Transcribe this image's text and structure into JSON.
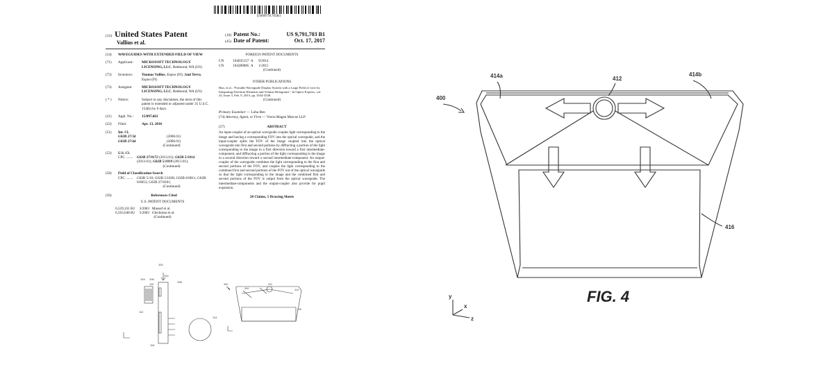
{
  "barcode_text": "US009791703B1",
  "header": {
    "country_code": "(12)",
    "country": "United States Patent",
    "inventor_short": "Vallius et al.",
    "patent_no_code": "(10)",
    "patent_no_label": "Patent No.:",
    "patent_no": "US 9,791,703 B1",
    "date_code": "(45)",
    "date_label": "Date of Patent:",
    "date": "Oct. 17, 2017"
  },
  "biblio": {
    "title_code": "(54)",
    "title": "WAVEGUIDES WITH EXTENDED FIELD OF VIEW",
    "applicant_code": "(71)",
    "applicant_label": "Applicant:",
    "applicant_name": "MICROSOFT TECHNOLOGY LICENSING, LLC",
    "applicant_loc": ", Redmond, WA (US)",
    "inventors_code": "(72)",
    "inventors_label": "Inventors:",
    "inventor1": "Tuomas Vallius",
    "inventor1_loc": ", Espoo (FI);",
    "inventor2": "Jani Tervo",
    "inventor2_loc": ", Espoo (FI)",
    "assignee_code": "(73)",
    "assignee_label": "Assignee:",
    "assignee_name": "MICROSOFT TECHNOLOGY LICENSING, LLC",
    "assignee_loc": ", Redmond, WA (US)",
    "notice_code": "( * )",
    "notice_label": "Notice:",
    "notice_text": "Subject to any disclaimer, the term of this patent is extended or adjusted under 35 U.S.C. 154(b) by 0 days.",
    "appl_code": "(21)",
    "appl_label": "Appl. No.:",
    "appl_no": "15/097,661",
    "filed_code": "(22)",
    "filed_label": "Filed:",
    "filed_date": "Apr. 13, 2016",
    "intcl_code": "(51)",
    "intcl_label": "Int. Cl.",
    "intcl_1": "G02B 27/34",
    "intcl_1_date": "(2006.01)",
    "intcl_2": "G02B 27/44",
    "intcl_2_date": "(2006.01)",
    "intcl_cont": "(Continued)",
    "uscl_code": "(52)",
    "uscl_label": "U.S. Cl.",
    "uscl_cpc": "CPC ........",
    "uscl_a": "G02B 27/0172",
    "uscl_a_date": " (2013.01); ",
    "uscl_b": "G02B 5/1814",
    "uscl_b_date": "(2013.01); ",
    "uscl_c": "G02B 5/1819",
    "uscl_c_date": " (2013.01);",
    "uscl_cont": "(Continued)",
    "field_code": "(58)",
    "field_label": "Field of Classification Search",
    "field_cpc": "CPC ........",
    "field_text": "G02B 5/18; G02B 5/1828; G02B 6/0011; G02B 6/0053; G02B 27/0101;",
    "field_cont": "(Continued)",
    "refs_code": "(56)",
    "refs_label": "References Cited",
    "us_docs_label": "U.S. PATENT DOCUMENTS",
    "us_ref1": "6,529,331 B2     3/2003   Massof et al.",
    "us_ref2": "6,563,648 B2     5/2003   Gleckman et al.",
    "us_refs_cont": "(Continued)"
  },
  "right_col": {
    "foreign_label": "FOREIGN PATENT DOCUMENTS",
    "foreign1": "CN          104035157  A      9/2014",
    "foreign2": "CN          104280885  A      1/2015",
    "foreign_cont": "(Continued)",
    "other_pubs_label": "OTHER PUBLICATIONS",
    "other_pub": "Han, et al., \"Portable Waveguide Display System with a Large Field of view by Integrating Freeform Elements and Volume Holograms\", In Optics Express, vol. 23, Issue 3, Feb. 9, 2015, pp. 3534-3549.",
    "other_cont": "(Continued)",
    "examiner_label": "Primary Examiner",
    "examiner": " — Loha Ben",
    "attorney_code": "(74)",
    "attorney_label": "Attorney, Agent, or Firm",
    "attorney": " — Vierra Magen Marcus LLP",
    "abstract_code": "(57)",
    "abstract_label": "ABSTRACT",
    "abstract_text": "An input-coupler of an optical waveguide couples light corresponding to the image and having a corresponding FOV into the optical waveguide, and the input-coupler splits the FOV of the image coupled into the optical waveguide into first and second portions by diffracting a portion of the light corresponding to the image in a first direction toward a first intermediate-component, and diffracting a portion of the light corresponding to the image in a second direction toward a second intermediate-component. An output-coupler of the waveguide combines the light corresponding to the first and second portions of the FOV, and couples the light corresponding to the combined first and second portions of the FOV out of the optical waveguide so that the light corresponding to the image and the combined first and second portions of the FOV is output from the optical waveguide. The intermediate-components and the output-coupler also provide for pupil expansion.",
    "claims": "20 Claims, 5 Drawing Sheets"
  },
  "front_figures": {
    "fig_a_labels": [
      "100",
      "102",
      "104",
      "106",
      "108",
      "110",
      "112",
      "114",
      "116",
      "200",
      "202",
      "206",
      "208",
      "210",
      "214"
    ],
    "fig_b_labels": [
      "400",
      "404",
      "412",
      "414",
      "416"
    ]
  },
  "fig4": {
    "caption": "FIG. 4",
    "ref_400": "400",
    "ref_412": "412",
    "ref_414a": "414a",
    "ref_414b": "414b",
    "ref_416": "416",
    "axis_y": "y",
    "axis_x": "x",
    "axis_z": "z"
  }
}
